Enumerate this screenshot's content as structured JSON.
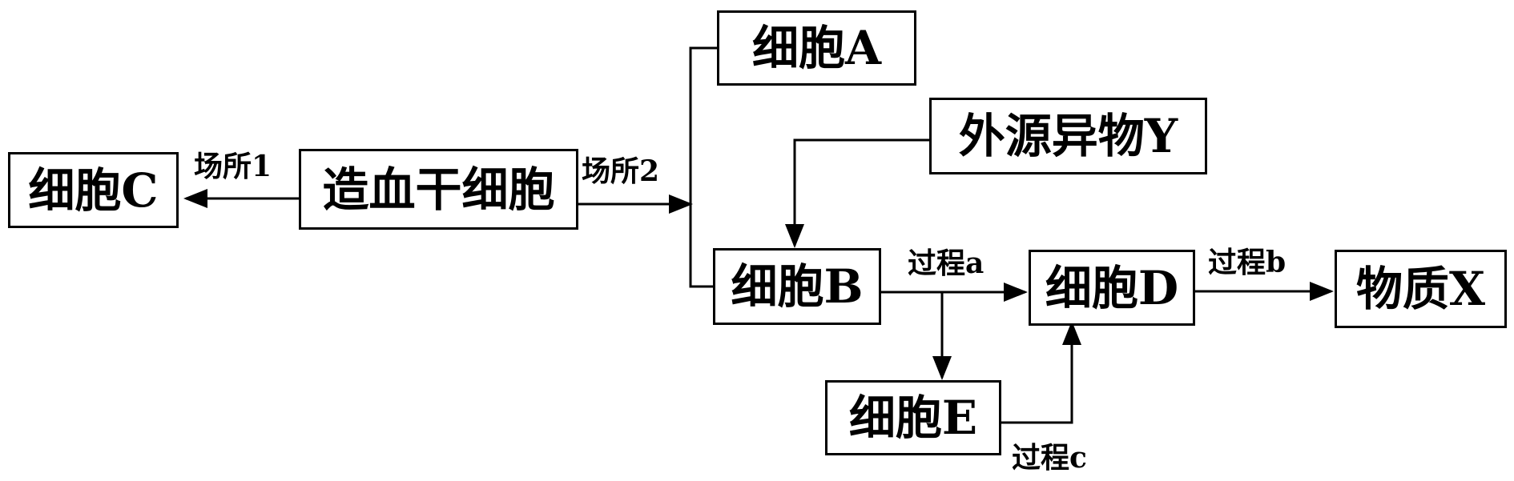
{
  "nodes": {
    "cell_c": "细胞C",
    "stem_cell": "造血干细胞",
    "cell_a": "细胞A",
    "antigen_y": "外源异物Y",
    "cell_b": "细胞B",
    "cell_d": "细胞D",
    "substance_x": "物质X",
    "cell_e": "细胞E"
  },
  "labels": {
    "site_1": "场所1",
    "site_2": "场所2",
    "process_a": "过程a",
    "process_b": "过程b",
    "process_c": "过程c"
  }
}
